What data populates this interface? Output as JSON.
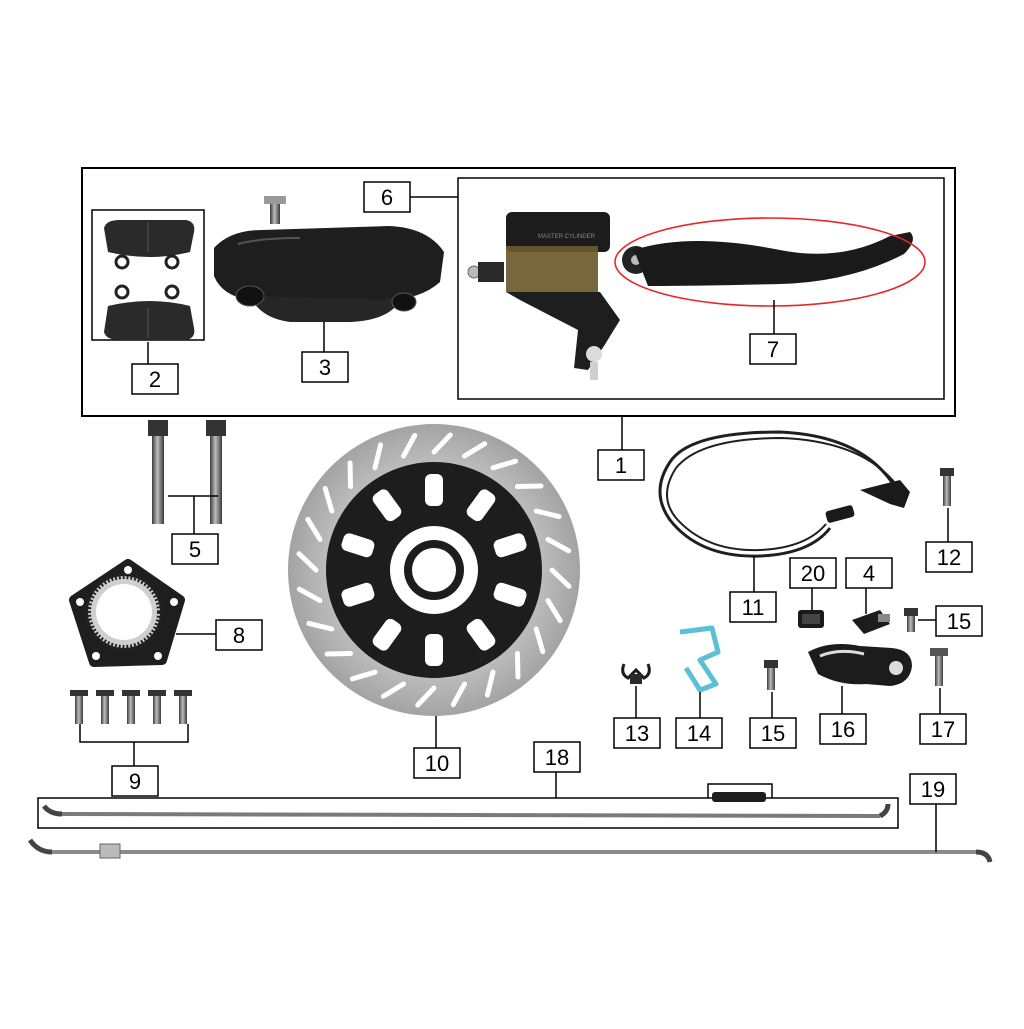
{
  "diagram": {
    "labels": {
      "l1": "1",
      "l2": "2",
      "l3": "3",
      "l4": "4",
      "l5": "5",
      "l6": "6",
      "l7": "7",
      "l8": "8",
      "l9": "9",
      "l10": "10",
      "l11": "11",
      "l12": "12",
      "l13": "13",
      "l14": "14",
      "l15a": "15",
      "l15b": "15",
      "l16": "16",
      "l17": "17",
      "l18": "18",
      "l19": "19",
      "l20": "20"
    },
    "reservoir_text": "MASTER CYLINDER",
    "colors": {
      "part_black": "#1b1b1b",
      "rotor_silver": "#b9b9b9",
      "reservoir_amber": "#6b5a2c",
      "clip_blue": "#5bbfd6",
      "highlight_red": "#e8262b",
      "line_steel": "#8a8a8a"
    }
  }
}
